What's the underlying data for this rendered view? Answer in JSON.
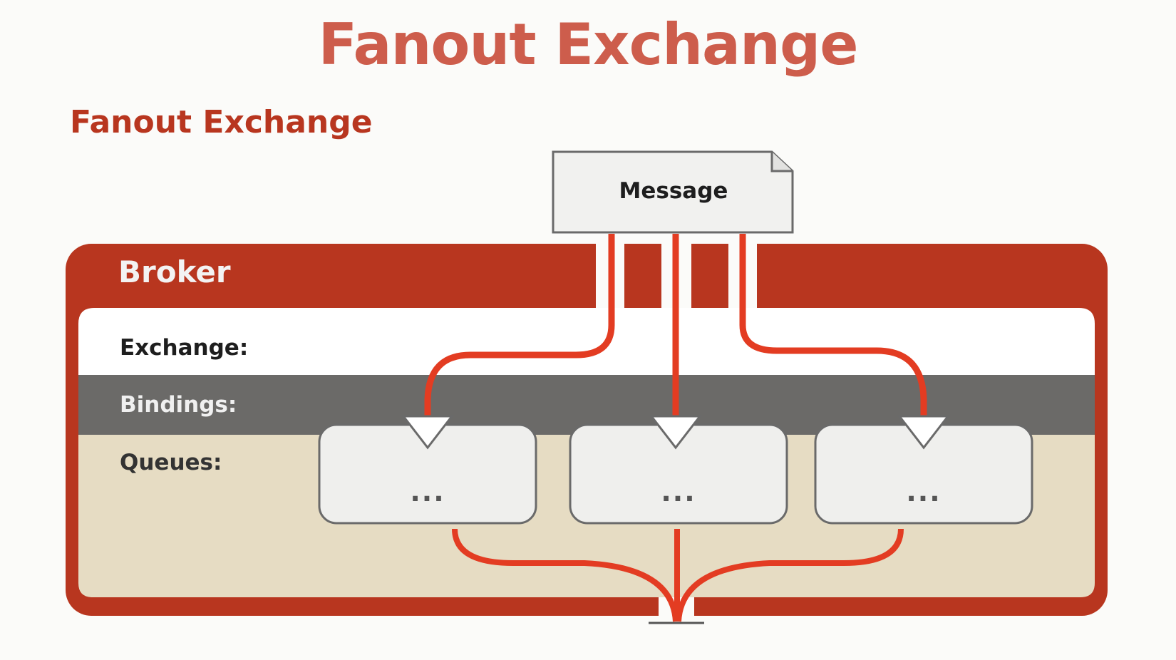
{
  "title": "Fanout Exchange",
  "subtitle": "Fanout Exchange",
  "message": {
    "label": "Message"
  },
  "broker": {
    "label": "Broker",
    "rows": {
      "exchange": "Exchange:",
      "bindings": "Bindings:",
      "queues": "Queues:"
    },
    "queues": [
      {
        "label": "..."
      },
      {
        "label": "..."
      },
      {
        "label": "..."
      }
    ]
  },
  "colors": {
    "accent_red": "#b8361f",
    "title_red": "#cd5d4c",
    "line_red": "#e33c22",
    "bindings_gray": "#6b6a68",
    "queues_tan": "#e6dcc3",
    "box_fill": "#efefed"
  }
}
